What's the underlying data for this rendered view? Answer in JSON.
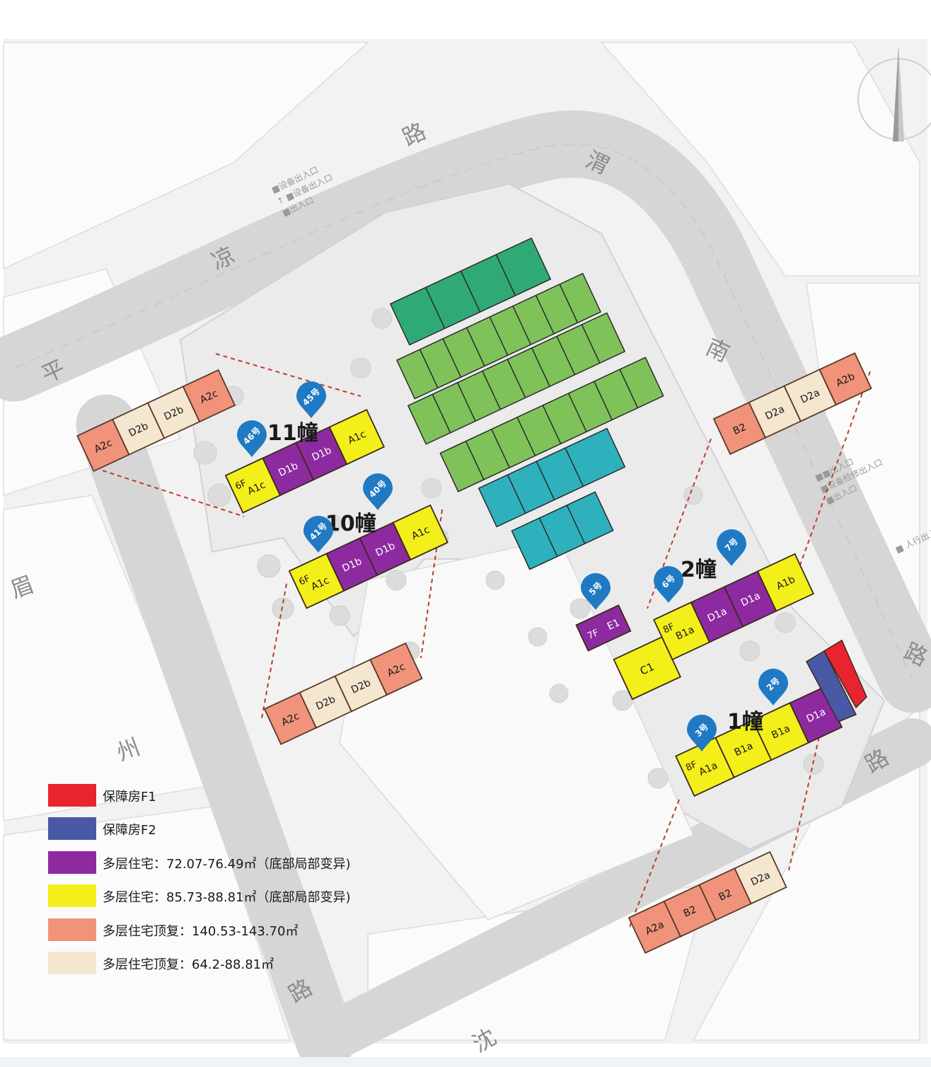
{
  "colors": {
    "F1": "#e8252f",
    "F2": "#4a59a6",
    "purple": "#8e2aa0",
    "yellow": "#f3ef1a",
    "salmon": "#f0937a",
    "cream": "#f5e6cf",
    "pin": "#1f7ac3",
    "green_dark": "#2faa76",
    "green_light": "#7fc25a",
    "teal": "#2eb1bc",
    "dash": "#c0392b"
  },
  "roads": [
    "平",
    "凉",
    "路",
    "渭",
    "南",
    "路",
    "路",
    "沈",
    "路",
    "州",
    "眉"
  ],
  "entrance_notes": {
    "north": [
      "■设备出入口",
      "↑ ■设备出入口",
      "■出入口"
    ],
    "east": [
      "■■出入口",
      "■设备检修出入口",
      "■出入口",
      "■ 人行出入口"
    ]
  },
  "buildings": [
    {
      "name": "11幢",
      "pins": [
        "45号",
        "46号"
      ]
    },
    {
      "name": "10幢",
      "pins": [
        "40号",
        "41号"
      ]
    },
    {
      "name": "2幢",
      "pins": [
        "5号",
        "6号",
        "7号"
      ]
    },
    {
      "name": "1幢",
      "pins": [
        "2号",
        "3号"
      ]
    }
  ],
  "unit_labels": {
    "b11": [
      "6F",
      "A1c",
      "D1b",
      "D1b",
      "A1c"
    ],
    "b11_top": [
      "A2c",
      "D2b",
      "D2b",
      "A2c"
    ],
    "b10": [
      "6F",
      "A1c",
      "D1b",
      "D1b",
      "A1c"
    ],
    "b10_top": [
      "A2c",
      "D2b",
      "D2b",
      "A2c"
    ],
    "b2_small": [
      "7F",
      "E1"
    ],
    "b2": [
      "C1",
      "8F",
      "B1a",
      "D1a",
      "D1a",
      "A1b"
    ],
    "b2_top": [
      "B2",
      "D2a",
      "D2a",
      "A2b"
    ],
    "b1": [
      "8F",
      "A1a",
      "B1a",
      "B1a",
      "D1a"
    ],
    "b1_top": [
      "A2a",
      "B2",
      "B2",
      "D2a"
    ]
  },
  "legend": [
    {
      "label": "保障房F1",
      "color": "#e8252f"
    },
    {
      "label": "保障房F2",
      "color": "#4a59a6"
    },
    {
      "label": "多层住宅：72.07-76.49㎡（底部局部变异)",
      "color": "#8e2aa0"
    },
    {
      "label": "多层住宅：85.73-88.81㎡（底部局部变异)",
      "color": "#f3ef1a"
    },
    {
      "label": "多层住宅顶复：140.53-143.70㎡",
      "color": "#f0937a"
    },
    {
      "label": "多层住宅顶复：64.2-88.81㎡",
      "color": "#f5e6cf"
    }
  ]
}
